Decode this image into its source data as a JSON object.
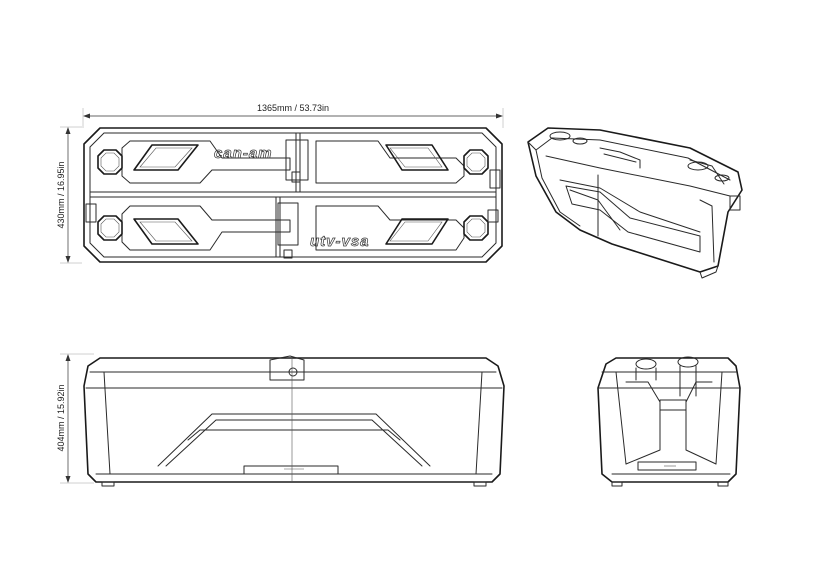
{
  "dimensions": {
    "width": "1365mm / 53.73in",
    "depth": "430mm / 16.95in",
    "height": "404mm / 15.92in"
  },
  "logos": {
    "left": "can-am",
    "right": "utv-vsa"
  }
}
